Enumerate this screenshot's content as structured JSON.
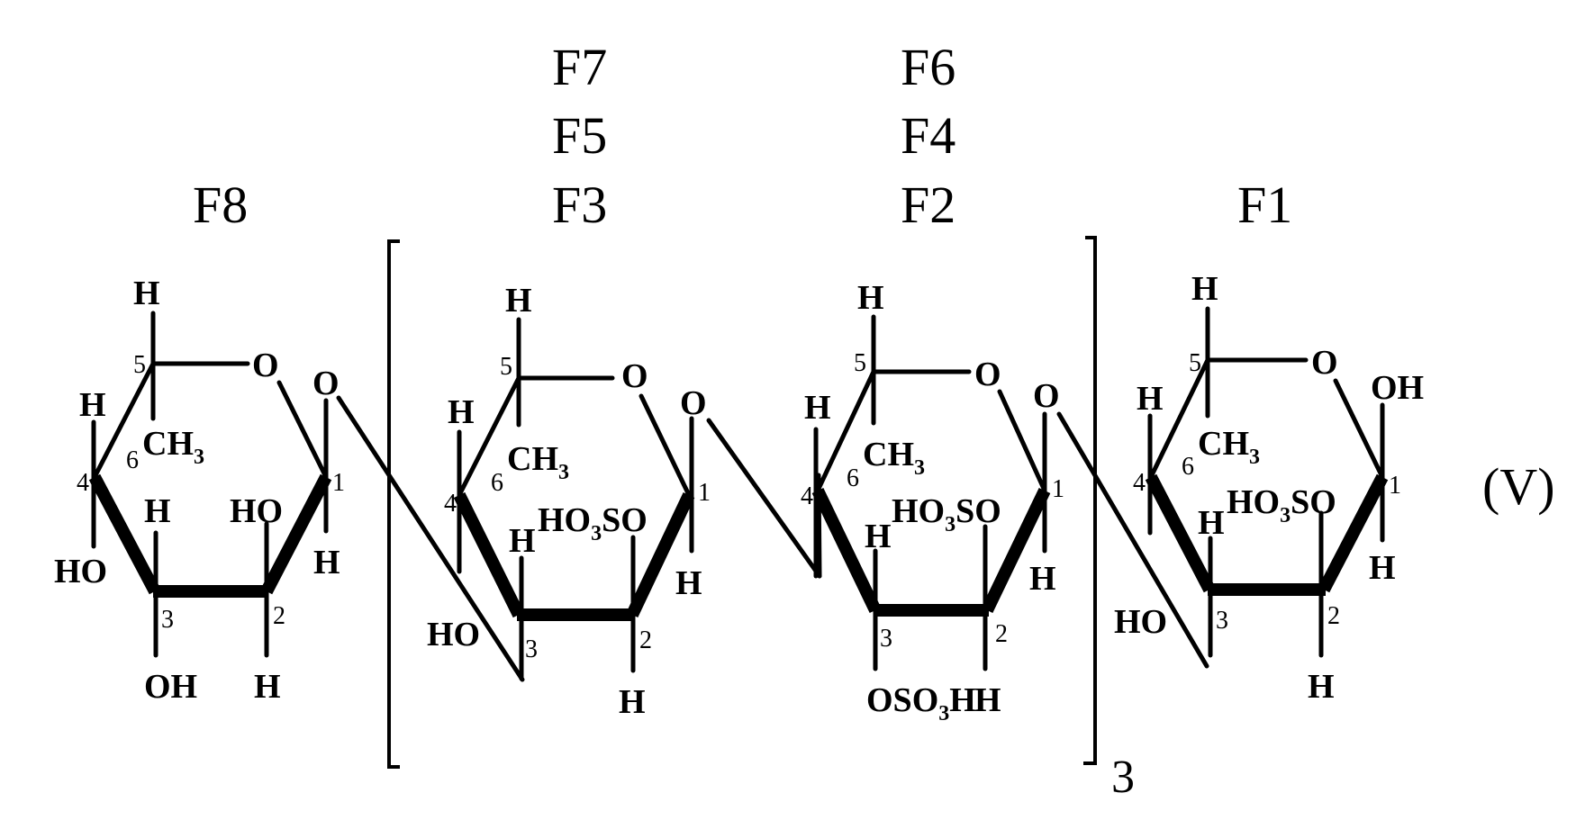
{
  "formula_label": "(V)",
  "repeat_count": "3",
  "unit_labels": {
    "F8": [
      "F8"
    ],
    "middle_left": [
      "F7",
      "F5",
      "F3"
    ],
    "middle_right": [
      "F6",
      "F4",
      "F2"
    ],
    "F1": [
      "F1"
    ]
  },
  "atoms": {
    "H": "H",
    "O": "O",
    "HO": "HO",
    "OH": "OH",
    "CH": "CH",
    "sub3": "3",
    "six": "6",
    "HO3SO_a": "HO",
    "HO3SO_b": "SO",
    "OSO3H_a": "OSO",
    "OSO3H_b": "H",
    "H2": "H"
  },
  "ring_numbers": {
    "c1": "1",
    "c2": "2",
    "c3": "3",
    "c4": "4",
    "c5": "5"
  },
  "rings": [
    {
      "id": "F8",
      "c2_substituent_up": "HO",
      "c3_substituent_down": "OH",
      "c4_substituent_down": "HO"
    },
    {
      "id": "F7/F5/F3",
      "c2_substituent_up": "HO3SO",
      "c3_substituent_down": "",
      "c4_substituent_down": "HO"
    },
    {
      "id": "F6/F4/F2",
      "c2_substituent_up": "HO3SO",
      "c3_substituent_down": "OSO3H",
      "c4_substituent_down": ""
    },
    {
      "id": "F1",
      "c2_substituent_up": "HO3SO",
      "c3_substituent_down": "",
      "c4_substituent_down": "HO",
      "c1_substituent_up": "OH"
    }
  ]
}
